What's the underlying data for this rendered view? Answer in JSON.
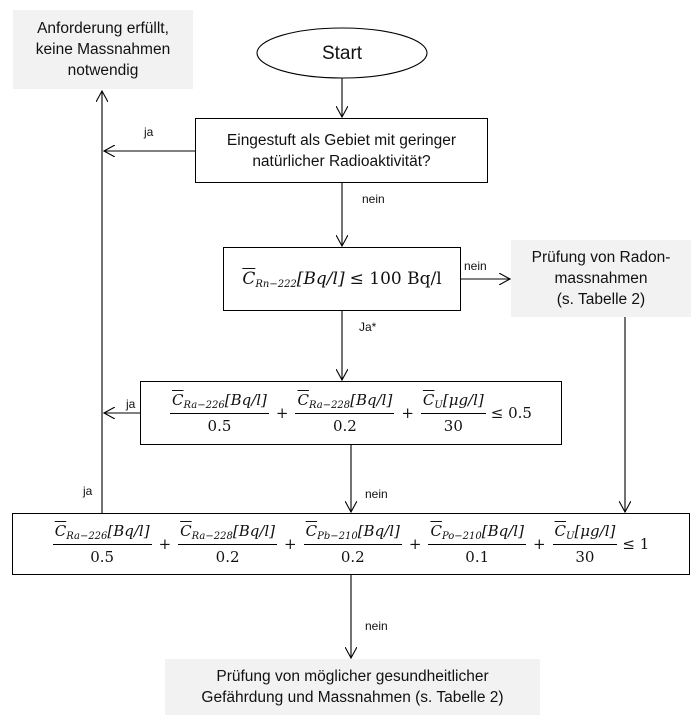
{
  "diagram": {
    "start": {
      "label": "Start"
    },
    "result_ok": {
      "lines": [
        "Anforderung erfüllt,",
        "keine Massnahmen",
        "notwendig"
      ]
    },
    "decision_region": {
      "lines": [
        "Eingestuft als Gebiet mit geringer",
        "natürlicher Radioaktivität?"
      ],
      "yes_label": "ja",
      "no_label": "nein"
    },
    "decision_radon": {
      "symbol": "C",
      "subscript": "Rn−222",
      "unit": "[Bq/l]",
      "relation": "≤ 100 Bq/l",
      "yes_label": "Ja*",
      "no_label": "nein"
    },
    "radon_measures": {
      "lines": [
        "Prüfung von Radon-",
        "massnahmen",
        "(s. Tabelle 2)"
      ]
    },
    "decision_sum_small": {
      "terms": [
        {
          "symbol": "C",
          "subscript": "Ra−226",
          "unit": "[Bq/l]",
          "denominator": "0.5"
        },
        {
          "symbol": "C",
          "subscript": "Ra−228",
          "unit": "[Bq/l]",
          "denominator": "0.2"
        },
        {
          "symbol": "C",
          "subscript": "U",
          "unit": "[μg/l]",
          "denominator": "30"
        }
      ],
      "plus": "+",
      "relation": "≤ 0.5",
      "yes_label": "ja",
      "no_label": "nein"
    },
    "decision_sum_full": {
      "terms": [
        {
          "symbol": "C",
          "subscript": "Ra−226",
          "unit": "[Bq/l]",
          "denominator": "0.5"
        },
        {
          "symbol": "C",
          "subscript": "Ra−228",
          "unit": "[Bq/l]",
          "denominator": "0.2"
        },
        {
          "symbol": "C",
          "subscript": "Pb−210",
          "unit": "[Bq/l]",
          "denominator": "0.2"
        },
        {
          "symbol": "C",
          "subscript": "Po−210",
          "unit": "[Bq/l]",
          "denominator": "0.1"
        },
        {
          "symbol": "C",
          "subscript": "U",
          "unit": "[μg/l]",
          "denominator": "30"
        }
      ],
      "plus": "+",
      "relation": "≤ 1",
      "yes_label": "ja",
      "no_label": "nein"
    },
    "health_check": {
      "lines": [
        "Prüfung von möglicher gesundheitlicher",
        "Gefährdung und Massnahmen (s. Tabelle 2)"
      ]
    },
    "colors": {
      "line": "#000000",
      "terminal_fill": "#f2f2f2",
      "box_fill": "#ffffff"
    }
  }
}
